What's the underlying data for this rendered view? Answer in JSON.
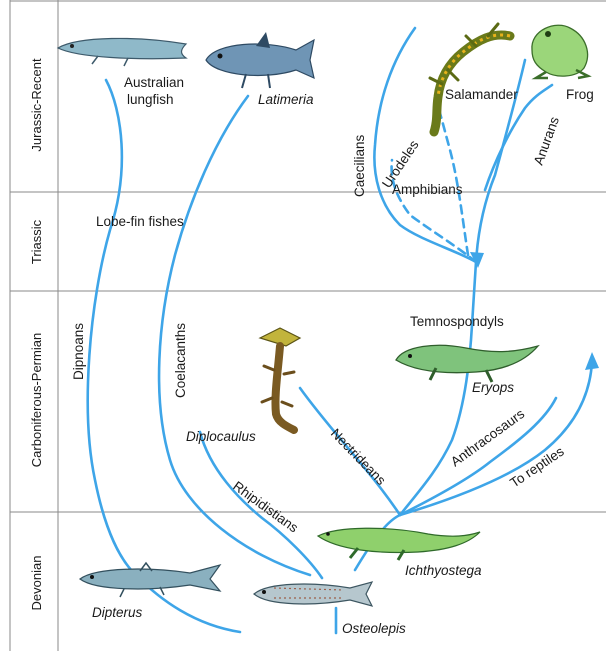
{
  "periods": [
    "Jurassic-Recent",
    "Triassic",
    "Carboniferous-Permian",
    "Devonian"
  ],
  "groups": {
    "lobe_fin": "Lobe-fin fishes",
    "dipnoans": "Dipnoans",
    "coelacanths": "Coelacanths",
    "rhipidistians": "Rhipidistians",
    "amphibians": "Amphibians",
    "caecilians": "Caecilians",
    "urodeles": "Urodeles",
    "anurans": "Anurans",
    "temnospondyls": "Temnospondyls",
    "nectrideans": "Nectrideans",
    "anthracosaurs": "Anthracosaurs",
    "to_reptiles": "To reptiles"
  },
  "taxa": {
    "australian_lungfish": [
      "Australian",
      "lungfish"
    ],
    "latimeria": "Latimeria",
    "salamander": "Salamander",
    "frog": "Frog",
    "eryops": "Eryops",
    "diplocaulus": "Diplocaulus",
    "ichthyostega": "Ichthyostega",
    "dipterus": "Dipterus",
    "osteolepis": "Osteolepis"
  },
  "icons": [
    "lungfish-icon",
    "coelacanth-icon",
    "salamander-icon",
    "frog-icon",
    "eryops-icon",
    "diplocaulus-icon",
    "ichthyostega-icon",
    "dipterus-icon",
    "osteolepis-icon"
  ],
  "colors": {
    "lineage": "#3ea5e8"
  }
}
